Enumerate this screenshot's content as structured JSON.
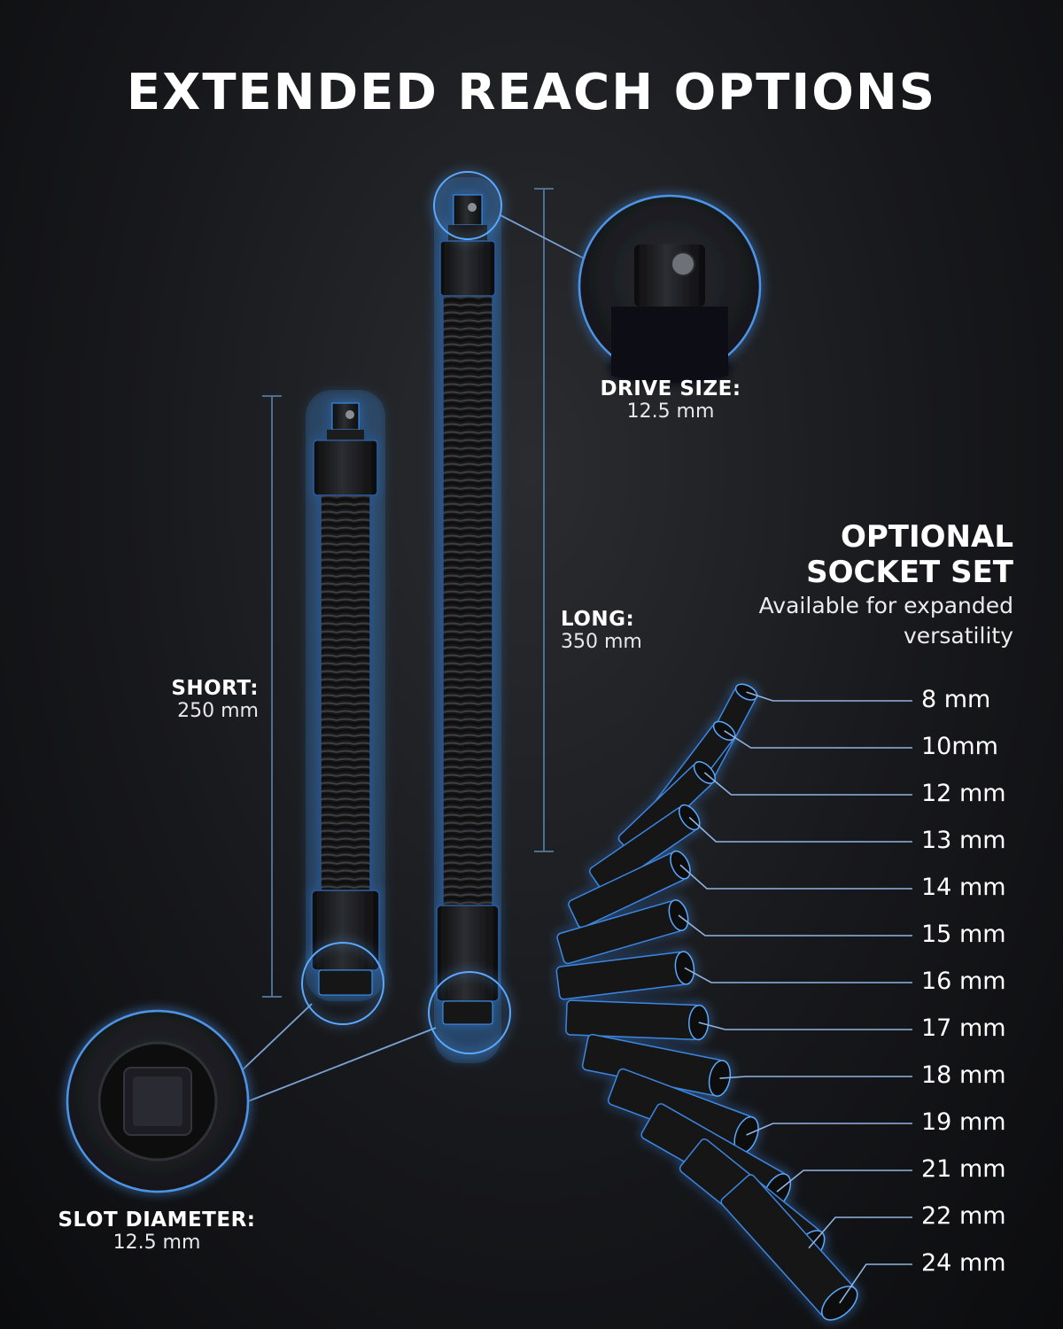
{
  "title": "EXTENDED REACH OPTIONS",
  "drive_size": {
    "label": "DRIVE SIZE:",
    "value": "12.5 mm"
  },
  "long": {
    "label": "LONG:",
    "value": "350 mm"
  },
  "short": {
    "label": "SHORT:",
    "value": "250 mm"
  },
  "slot_diameter": {
    "label": "SLOT DIAMETER:",
    "value": "12.5 mm"
  },
  "socket_set": {
    "title_line1": "OPTIONAL",
    "title_line2": "SOCKET SET",
    "subtitle_line1": "Available for expanded",
    "subtitle_line2": "versatility",
    "sizes": [
      "8  mm",
      "10mm",
      "12 mm",
      "13 mm",
      "14 mm",
      "15 mm",
      "16 mm",
      "17 mm",
      "18 mm",
      "19 mm",
      "21 mm",
      "22 mm",
      "24 mm"
    ]
  },
  "colors": {
    "accent_glow": "#3d9bff",
    "line": "#6a86a8",
    "background": "#17181b"
  }
}
